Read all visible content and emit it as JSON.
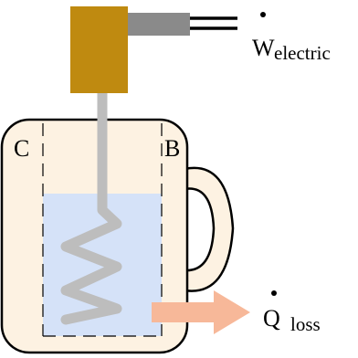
{
  "labels": {
    "w": {
      "main": "W",
      "sub": "electric"
    },
    "q": {
      "main": "Q",
      "sub": "loss"
    },
    "c": "C",
    "b": "B"
  },
  "colors": {
    "mug_fill": "#fdf2e2",
    "water": "#d5e2f8",
    "heater_coil": "#bdbdbd",
    "plug_body": "#bf8a10",
    "cord": "#8a8a8a",
    "heat_arrow": "#f7b899",
    "outline": "#000000"
  },
  "icons": {
    "plug": "immersion-heater-plug",
    "coil": "heating-coil",
    "arrow": "heat-loss-arrow"
  }
}
